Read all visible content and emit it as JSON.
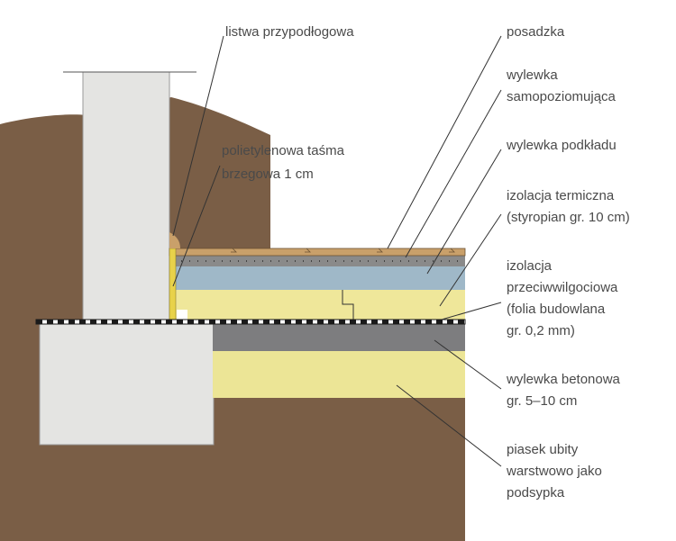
{
  "labels": {
    "skirting": "listwa przypodłogowa",
    "tape_1": "polietylenowa taśma",
    "tape_2": "brzegowa 1 cm",
    "floor": "posadzka",
    "self_level_1": "wylewka",
    "self_level_2": "samopoziomująca",
    "screed": "wylewka podkładu",
    "thermal_1": "izolacja termiczna",
    "thermal_2": "(styropian gr. 10 cm)",
    "damp_1": "izolacja",
    "damp_2": "przeciwwilgociowa",
    "damp_3": "(folia budowlana",
    "damp_4": "gr. 0,2 mm)",
    "concrete_1": "wylewka betonowa",
    "concrete_2": "gr. 5–10 cm",
    "sand_1": "piasek ubity",
    "sand_2": "warstwowo jako",
    "sand_3": "podsypka"
  },
  "colors": {
    "soil": "#7a5e46",
    "wall": "#e4e4e2",
    "floor": "#c9a06a",
    "self_level": "#8a8a8a",
    "screed": "#9fb8c8",
    "styrofoam": "#efe79a",
    "foil": "#1a1a1a",
    "concrete": "#7d7d7f",
    "sand": "#ece596",
    "leader": "#333333"
  }
}
